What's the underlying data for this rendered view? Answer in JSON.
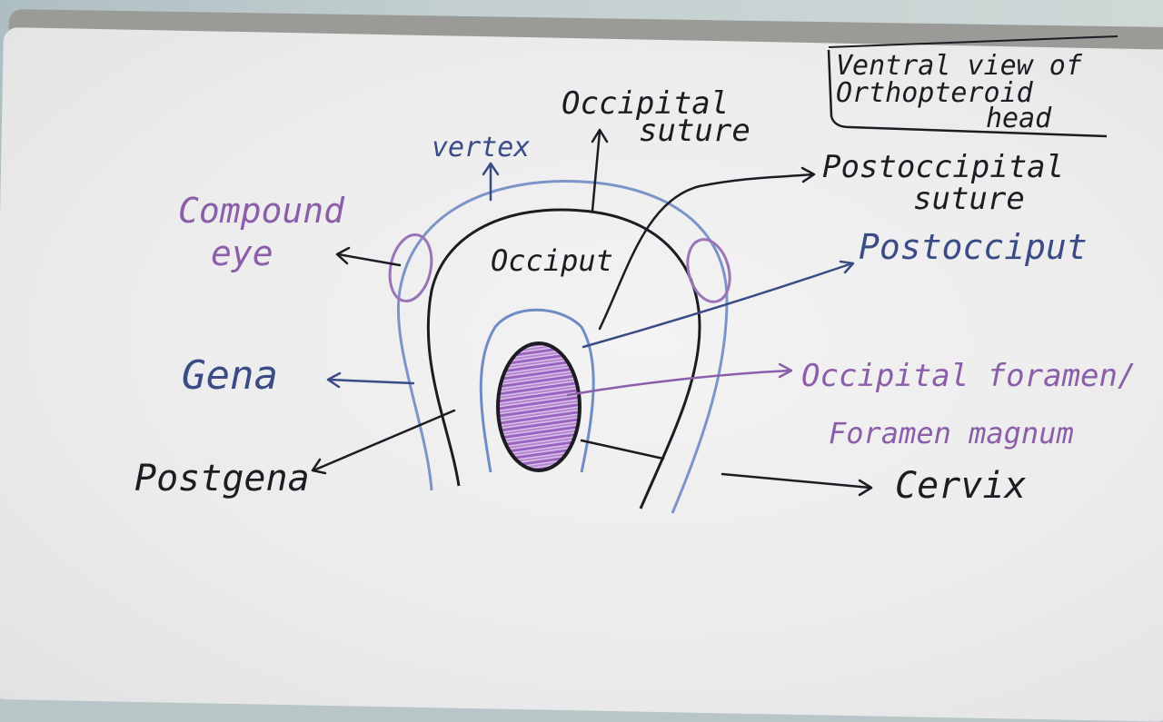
{
  "title_lines": [
    "Ventral view of",
    "Orthopteroid",
    "head"
  ],
  "labels": {
    "occipital_suture": [
      "Occipital",
      "suture"
    ],
    "vertex": "vertex",
    "postoccipital_suture": [
      "Postoccipital",
      "suture"
    ],
    "compound_eye": [
      "Compound",
      "eye"
    ],
    "occiput": "Occiput",
    "postocciput": "Postocciput",
    "gena": "Gena",
    "occipital_foramen": "Occipital foramen/",
    "foramen_magnum": "Foramen magnum",
    "postgena": "Postgena",
    "cervix": "Cervix"
  },
  "colors": {
    "black_ink": "#1c1c22",
    "blue_ink": "#3a4b86",
    "light_blue_ink": "#6f8cc4",
    "purple_ink": "#8a5ea8",
    "board": "#efeeef"
  }
}
